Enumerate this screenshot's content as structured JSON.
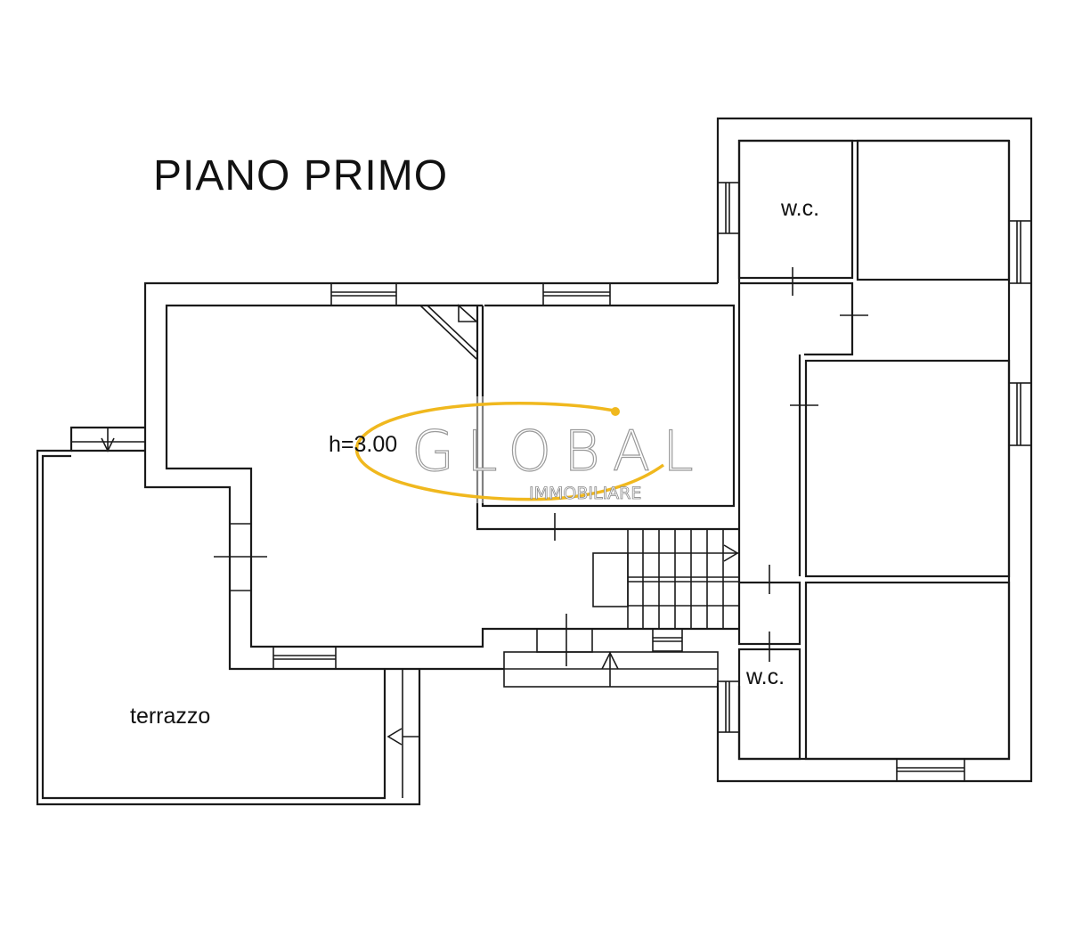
{
  "plan": {
    "title": "PIANO PRIMO",
    "height_label": "h=3.00",
    "rooms": [
      {
        "id": "wc-top",
        "label": "w.c."
      },
      {
        "id": "wc-bottom",
        "label": "w.c."
      },
      {
        "id": "terrace",
        "label": "terrazzo"
      }
    ]
  },
  "watermark": {
    "brand": "GLOBAL",
    "subtitle": "IMMOBILIARE",
    "accent_color": "#f0b81e"
  }
}
